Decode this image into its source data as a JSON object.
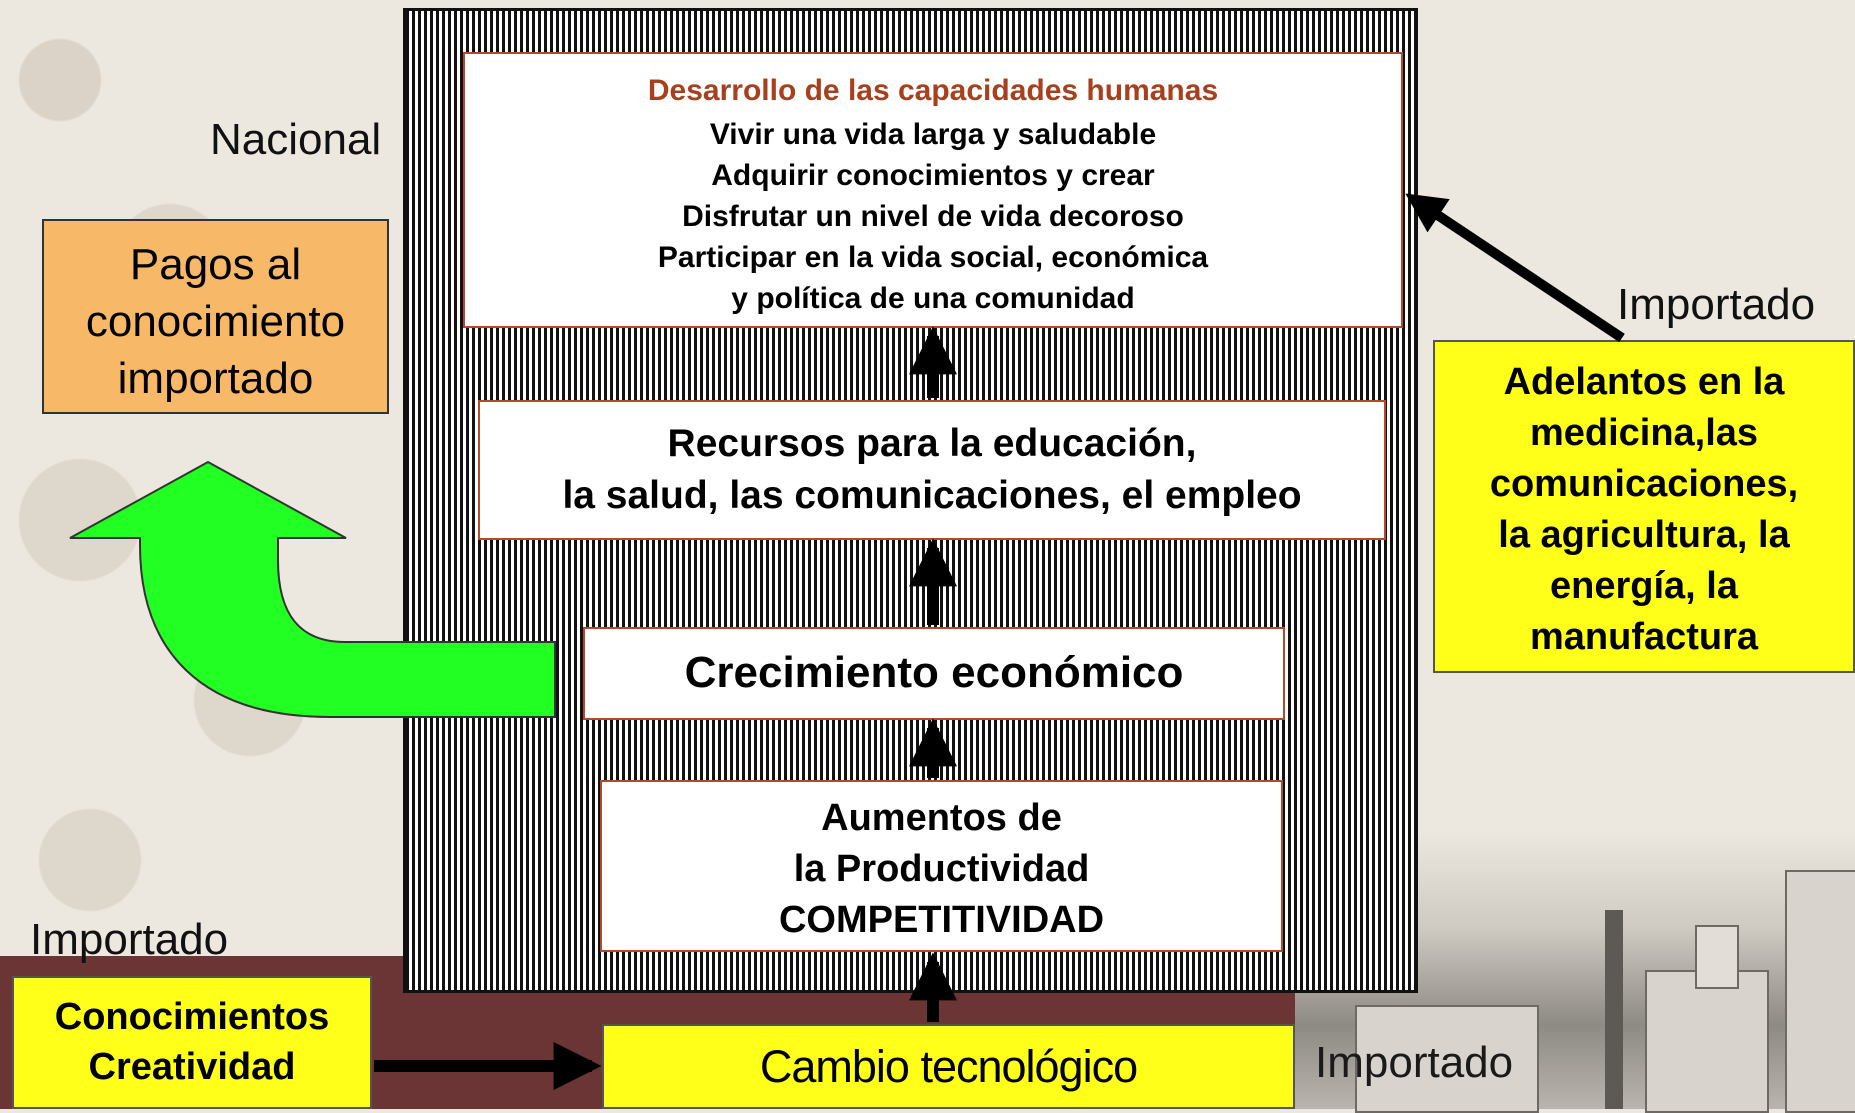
{
  "diagram": {
    "label_nacional": "Nacional",
    "label_importado_right": "Importado",
    "label_importado_left": "Importado",
    "label_importado_bottom": "Importado",
    "development": {
      "title": "Desarrollo de las capacidades humanas",
      "lines": [
        "Vivir una vida larga y saludable",
        "Adquirir conocimientos y crear",
        "Disfrutar un nivel de vida decoroso",
        "Participar en la vida social, económica",
        "y política de una comunidad"
      ]
    },
    "resources": {
      "lines": [
        "Recursos para la educación,",
        "la salud, las comunicaciones, el empleo"
      ]
    },
    "growth": "Crecimiento económico",
    "productivity": {
      "lines": [
        "Aumentos de",
        "la Productividad",
        "COMPETITIVIDAD"
      ]
    },
    "payments": {
      "lines": [
        "Pagos al",
        "conocimiento",
        "importado"
      ]
    },
    "advances": {
      "lines": [
        "Adelantos en la",
        "medicina,las",
        "comunicaciones,",
        "la agricultura, la",
        "energía, la",
        "manufactura"
      ]
    },
    "knowledge": {
      "lines": [
        "Conocimientos",
        "Creatividad"
      ]
    },
    "tech_change": "Cambio tecnológico",
    "colors": {
      "payments_fill": "#f7b967",
      "yellow_fill": "#ffff1a",
      "green_arrow": "#22ff22",
      "title_accent": "#a8401e",
      "box_border": "#b24a2a",
      "bottom_band": "#6b3535"
    }
  }
}
